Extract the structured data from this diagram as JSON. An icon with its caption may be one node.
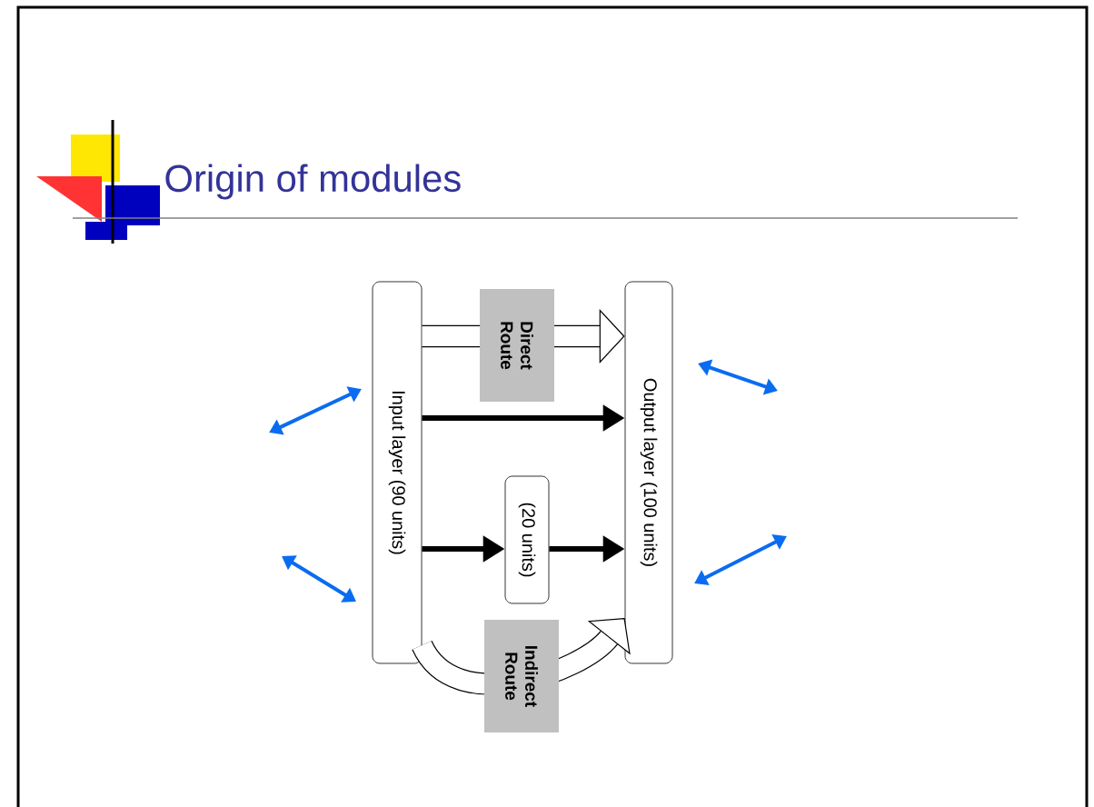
{
  "diagram": {
    "title": "Origin of modules",
    "nodes": [
      {
        "text": [
          "Input layer (90 units)"
        ]
      },
      {
        "text": [
          "Output layer (100 units)"
        ]
      },
      {
        "text": [
          "(20 units)"
        ]
      }
    ],
    "edges": [
      {
        "from": 0,
        "to": 1,
        "arrow": "to",
        "label": "Direct Route",
        "style": "thick"
      },
      {
        "from": 0,
        "to": 1,
        "arrow": "to"
      },
      {
        "from": 0,
        "to": 2,
        "arrow": "to"
      },
      {
        "from": 2,
        "to": 1,
        "arrow": "to"
      },
      {
        "from": 0,
        "to": 1,
        "arrow": "to",
        "label": "Indirect Route",
        "style": "thick"
      }
    ]
  }
}
